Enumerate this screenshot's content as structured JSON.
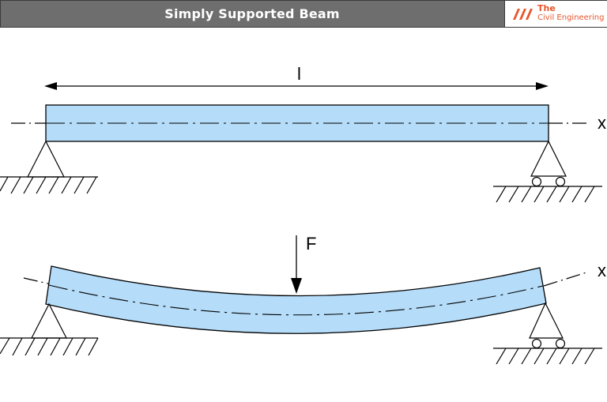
{
  "header": {
    "title": "Simply Supported Beam",
    "logo_line1": "The",
    "logo_line2": "Civil Engineering"
  },
  "diagram": {
    "top_beam": {
      "span_label": "l",
      "axis_label": "x"
    },
    "bottom_beam": {
      "load_label": "F",
      "axis_label": "x"
    },
    "colors": {
      "beam_fill": "#b5dcf9",
      "outline": "#000000",
      "header_bg": "#6e6e6e",
      "logo_accent": "#e8552c"
    }
  }
}
